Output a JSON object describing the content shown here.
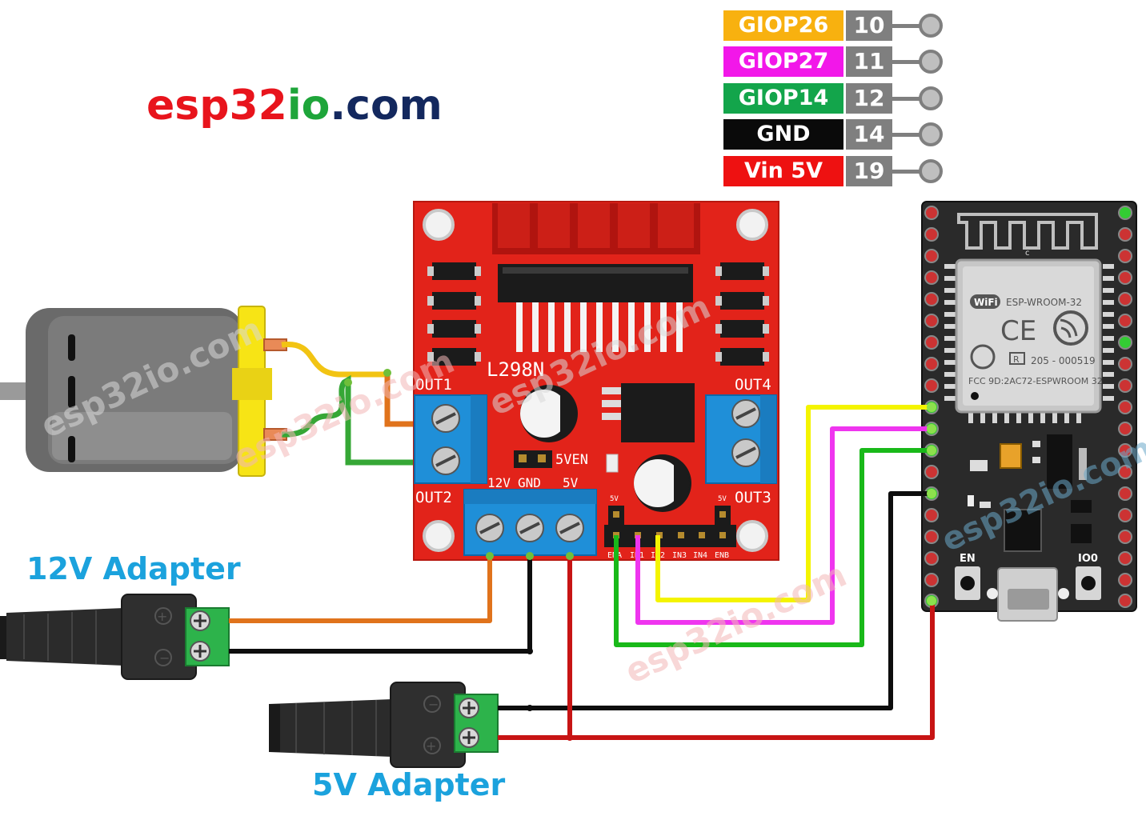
{
  "site_logo": {
    "parts": [
      "esp32",
      "io",
      ".com"
    ],
    "colors": [
      "#e8141c",
      "#1ea53a",
      "#13285e"
    ]
  },
  "pin_table": [
    {
      "name": "GIOP26",
      "num": "10",
      "color": "#f8b10f"
    },
    {
      "name": "GIOP27",
      "num": "11",
      "color": "#f217e9"
    },
    {
      "name": "GIOP14",
      "num": "12",
      "color": "#13a54b"
    },
    {
      "name": "GND",
      "num": "14",
      "color": "#0a0a0a"
    },
    {
      "name": "Vin 5V",
      "num": "19",
      "color": "#ee1111"
    }
  ],
  "adapters": {
    "a12v": "12V Adapter",
    "a5v": "5V Adapter",
    "label_color": "#1ba2dd"
  },
  "driver": {
    "chip": "L298N",
    "out1": "OUT1",
    "out2": "OUT2",
    "out3": "OUT3",
    "out4": "OUT4",
    "enable_jumper": "5VEN",
    "power_pins": [
      "12V",
      "GND",
      "5V"
    ],
    "jumper_5v_left": "5V",
    "jumper_5v_right": "5V",
    "control_pins": [
      "ENA",
      "IN1",
      "IN2",
      "IN3",
      "IN4",
      "ENB"
    ],
    "board_color": "#e2231a"
  },
  "esp32": {
    "module": "ESP-WROOM-32",
    "wifi": "WiFi",
    "ce": "CE",
    "r_code": "205 - 000519",
    "fcc": "FCC 9D:2AC72-ESPWROOM 32",
    "btn_en": "EN",
    "btn_io0": "IO0",
    "antenna_c": "c"
  },
  "wire_colors": {
    "yellow": "#f4f400",
    "magenta": "#ef35ef",
    "green": "#19b919",
    "black": "#0d0d0d",
    "red": "#c71414",
    "orange": "#e0731c",
    "motor_yellow": "#f2c413",
    "motor_green": "#36a736"
  },
  "watermarks": [
    "esp32io.com",
    "esp32io.com",
    "esp32io.com",
    "esp32io.com",
    "esp32io.com"
  ]
}
